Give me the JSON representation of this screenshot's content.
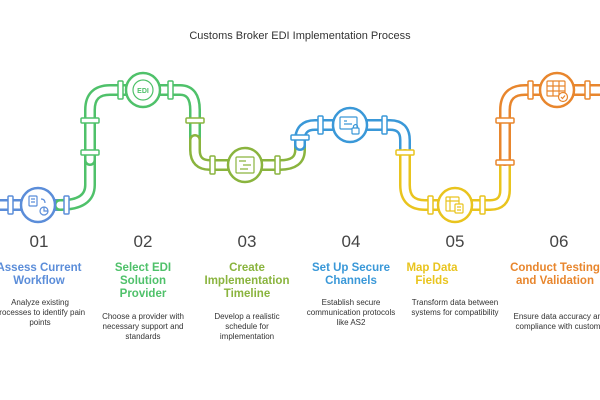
{
  "title": "Customs Broker EDI Implementation Process",
  "steps": [
    {
      "num": "01",
      "head": "Assess Current Workflow",
      "desc": "Analyze existing processes to identify pain points",
      "color": "#5b8dd9",
      "icon": "document-cycle-icon"
    },
    {
      "num": "02",
      "head": "Select EDI Solution Provider",
      "desc": "Choose a provider with necessary support and standards",
      "color": "#4fc16a",
      "icon": "edi-icon"
    },
    {
      "num": "03",
      "head": "Create Implementation Timeline",
      "desc": "Develop a realistic schedule for implementation",
      "color": "#8ab43e",
      "icon": "gantt-icon"
    },
    {
      "num": "04",
      "head": "Set Up Secure Channels",
      "desc": "Establish secure communication protocols like AS2",
      "color": "#3a98d8",
      "icon": "secure-screen-icon"
    },
    {
      "num": "05",
      "head": "Map Data Fields",
      "desc": "Transform data between systems for compatibility",
      "color": "#e9c41e",
      "icon": "data-map-icon"
    },
    {
      "num": "06",
      "head": "Conduct Testing and Validation",
      "desc": "Ensure data accuracy and compliance with customs",
      "color": "#e8862d",
      "icon": "table-check-icon"
    }
  ]
}
